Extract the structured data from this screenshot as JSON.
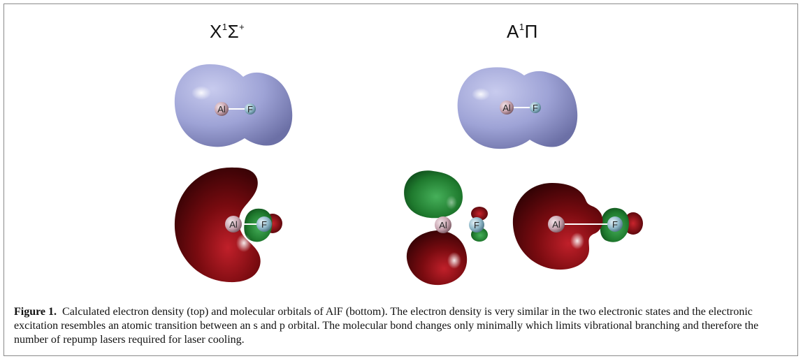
{
  "figure": {
    "states": [
      {
        "base": "X",
        "sup": "1",
        "term": "Σ",
        "term_sup": "+"
      },
      {
        "base": "A",
        "sup": "1",
        "term": "Π",
        "term_sup": ""
      }
    ],
    "atoms": {
      "al": "Al",
      "f": "F"
    },
    "caption": {
      "label": "Figure 1.",
      "text": "Calculated electron density (top) and molecular orbitals of AlF (bottom). The electron density is very similar in the two electronic states and the electronic excitation resembles an atomic transition between an s and p orbital. The molecular bond changes only minimally which limits vibrational branching and therefore the number of repump lasers required for laser cooling."
    },
    "colors": {
      "density": "#9ea3d6",
      "orbital_red": "#7a0b10",
      "orbital_green": "#1f7a2e",
      "al_atom": "#c9a6b1",
      "f_atom": "#8fb7c8"
    }
  }
}
